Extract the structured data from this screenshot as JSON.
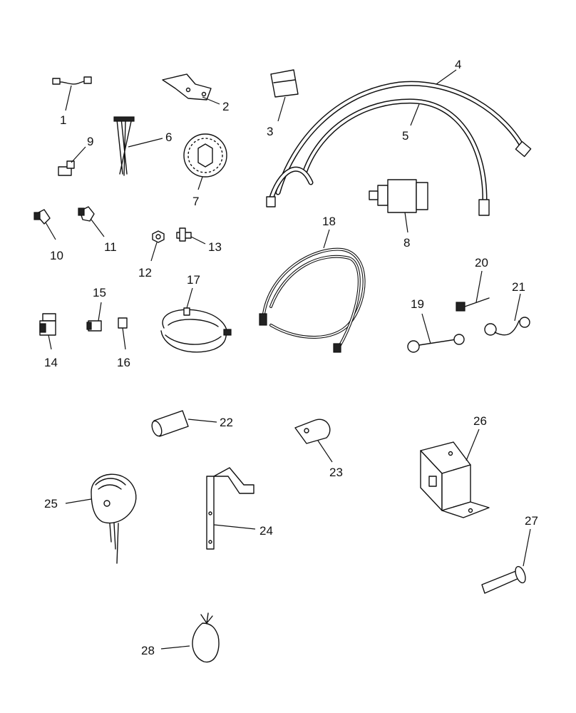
{
  "callouts": {
    "c1": "1",
    "c2": "2",
    "c3": "3",
    "c4": "4",
    "c5": "5",
    "c6": "6",
    "c7": "7",
    "c8": "8",
    "c9": "9",
    "c10": "10",
    "c11": "11",
    "c12": "12",
    "c13": "13",
    "c14": "14",
    "c15": "15",
    "c16": "16",
    "c17": "17",
    "c18": "18",
    "c19": "19",
    "c20": "20",
    "c21": "21",
    "c22": "22",
    "c23": "23",
    "c24": "24",
    "c25": "25",
    "c26": "26",
    "c27": "27",
    "c28": "28"
  },
  "colors": {
    "ink": "#111111",
    "paper": "#ffffff"
  }
}
